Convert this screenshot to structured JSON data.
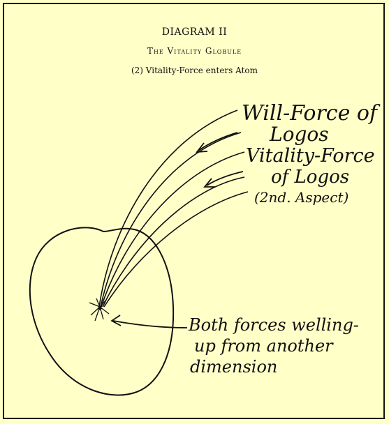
{
  "header": {
    "title": "DIAGRAM II",
    "subtitle": "The Vitality Globule",
    "caption": "(2) Vitality-Force enters Atom"
  },
  "labels": {
    "will_force_line1": "Will-Force of",
    "will_force_line2": "Logos",
    "vitality_force_line1": "Vitality-Force",
    "vitality_force_line2": "of Logos",
    "vitality_force_line3": "(2nd. Aspect)",
    "both_forces_line1": "Both forces welling-",
    "both_forces_line2": "up from another",
    "both_forces_line3": "dimension"
  },
  "colors": {
    "background": "#ffffc8",
    "ink": "#111111"
  }
}
